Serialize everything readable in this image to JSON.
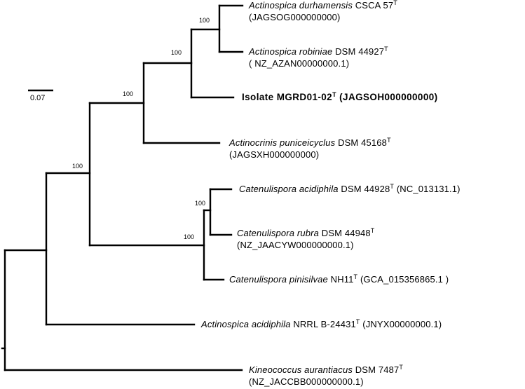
{
  "scale_bar": {
    "label": "0.07"
  },
  "taxa": [
    {
      "id": "durhamensis",
      "species": "Actinospica durhamensis",
      "strain": "CSCA 57",
      "type_mark": "T",
      "accession": "(JAGSOG000000000)",
      "bold": false
    },
    {
      "id": "robiniae",
      "species": "Actinospica robiniae",
      "strain": "DSM 44927",
      "type_mark": "T",
      "accession": "( NZ_AZAN00000000.1)",
      "bold": false
    },
    {
      "id": "isolate",
      "species": "",
      "strain": "Isolate MGRD01-02",
      "type_mark": "T",
      "accession": "(JAGSOH000000000)",
      "bold": true
    },
    {
      "id": "puniceicyclus",
      "species": "Actinocrinis puniceicyclus",
      "strain": "DSM 45168",
      "type_mark": "T",
      "accession": "(JAGSXH000000000)",
      "bold": false
    },
    {
      "id": "acidiphila_cat",
      "species": "Catenulispora acidiphila",
      "strain": "DSM 44928",
      "type_mark": "T",
      "accession": "(NC_013131.1)",
      "bold": false
    },
    {
      "id": "rubra",
      "species": "Catenulispora rubra",
      "strain": "DSM 44948",
      "type_mark": "T",
      "accession": "(NZ_JAACYW000000000.1)",
      "bold": false
    },
    {
      "id": "pinisilvae",
      "species": "Catenulispora pinisilvae",
      "strain": "NH11",
      "type_mark": "T",
      "accession": "(GCA_015356865.1 )",
      "bold": false
    },
    {
      "id": "acidiphila_act",
      "species": "Actinospica acidiphila",
      "strain": "NRRL B-24431",
      "type_mark": "T",
      "accession": "(JNYX00000000.1)",
      "bold": false
    },
    {
      "id": "aurantiacus",
      "species": "Kineococcus aurantiacus",
      "strain": "DSM 7487",
      "type_mark": "T",
      "accession": "(NZ_JACCBB000000000.1)",
      "bold": false
    }
  ],
  "bootstrap": [
    {
      "id": "n_durh_rob",
      "value": "100"
    },
    {
      "id": "n_isolate",
      "value": "100"
    },
    {
      "id": "n_actinocrinis",
      "value": "100"
    },
    {
      "id": "n_main",
      "value": "100"
    },
    {
      "id": "n_acid_rubra",
      "value": "100"
    },
    {
      "id": "n_catenulispora",
      "value": "100"
    }
  ]
}
